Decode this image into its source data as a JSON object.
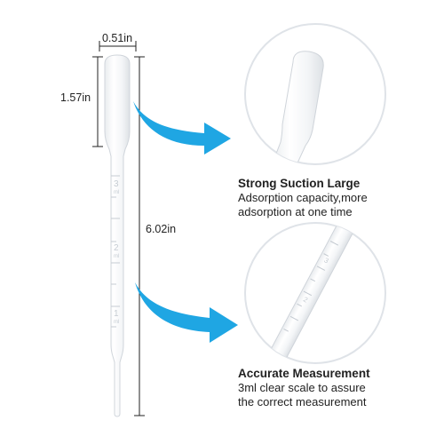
{
  "dimensions": {
    "width_label": "0.51in",
    "bulb_height_label": "1.57in",
    "total_length_label": "6.02in"
  },
  "pipette": {
    "scale_marks": [
      "3",
      "2",
      "1"
    ],
    "unit": "ml"
  },
  "features": [
    {
      "title": "Strong Suction Large",
      "line1": "Adsorption capacity,more",
      "line2": "adsorption at one time"
    },
    {
      "title": "Accurate Measurement",
      "line1": "3ml clear scale to assure",
      "line2": "the correct measurement"
    }
  ],
  "colors": {
    "arrow": "#1fa6e3",
    "circle_border": "#dfe3e8",
    "dimension_line": "#222222"
  }
}
